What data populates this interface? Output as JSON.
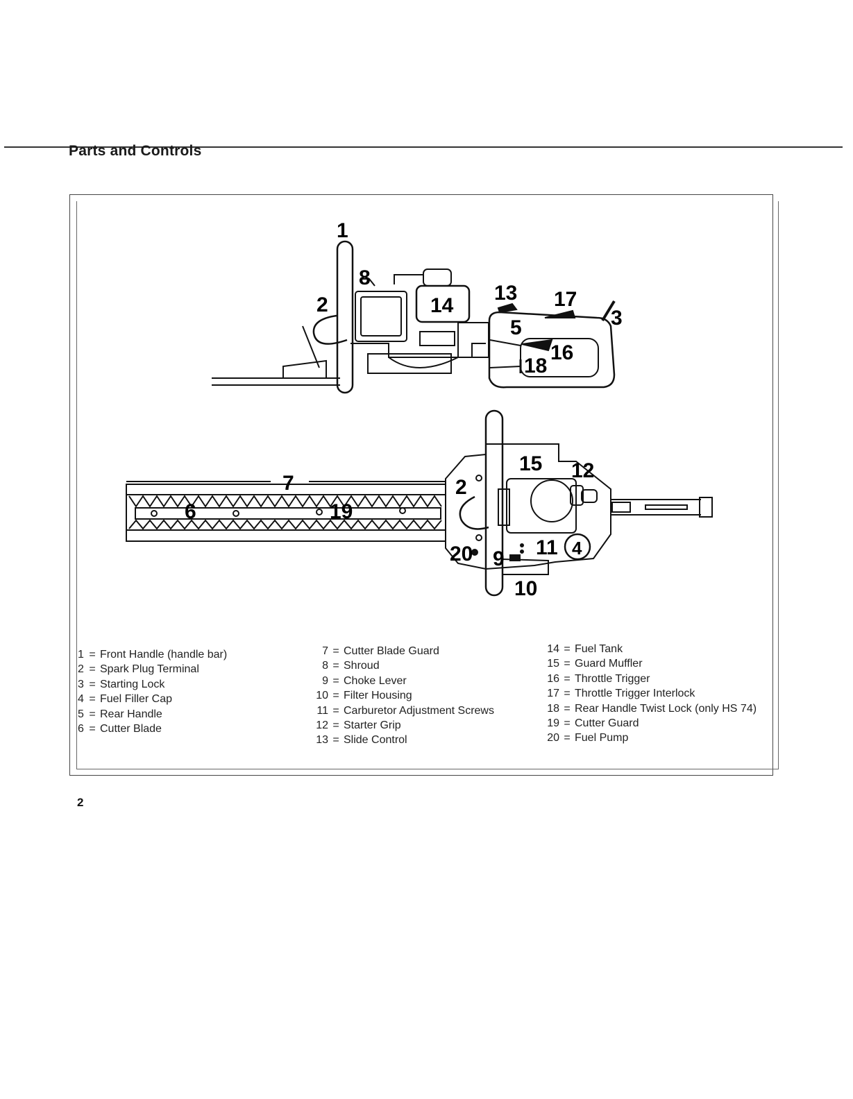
{
  "section_title": "Parts and Controls",
  "callouts": [
    "1",
    "2",
    "3",
    "4",
    "5",
    "6",
    "7",
    "8",
    "9",
    "10",
    "11",
    "12",
    "13",
    "14",
    "15",
    "16",
    "17",
    "18",
    "19",
    "20"
  ],
  "legend": {
    "column1": [
      {
        "num": "1",
        "label": "Front Handle (handle bar)"
      },
      {
        "num": "2",
        "label": "Spark Plug Terminal"
      },
      {
        "num": "3",
        "label": "Starting  Lock"
      },
      {
        "num": "4",
        "label": "Fuel Filler Cap"
      },
      {
        "num": "5",
        "label": "Rear Handle"
      },
      {
        "num": "6",
        "label": "Cutter Blade"
      }
    ],
    "column2": [
      {
        "num": "7",
        "label": "Cutter Blade Guard"
      },
      {
        "num": "8",
        "label": "Shroud"
      },
      {
        "num": "9",
        "label": "Choke Lever"
      },
      {
        "num": "10",
        "label": "Filter Housing"
      },
      {
        "num": "11",
        "label": "Carburetor Adjustment  Screws"
      },
      {
        "num": "12",
        "label": "Starter Grip"
      },
      {
        "num": "13",
        "label": "Slide Control"
      }
    ],
    "column3": [
      {
        "num": "14",
        "label": "Fuel Tank"
      },
      {
        "num": "15",
        "label": "Guard Muffler"
      },
      {
        "num": "16",
        "label": "Throttle Trigger"
      },
      {
        "num": "17",
        "label": "Throttle Trigger Interlock"
      },
      {
        "num": "18",
        "label": "Rear Handle Twist Lock (only HS 74)"
      },
      {
        "num": "19",
        "label": "Cutter Guard"
      },
      {
        "num": "20",
        "label": "Fuel Pump"
      }
    ],
    "equals_sign": "="
  },
  "page_number": "2"
}
